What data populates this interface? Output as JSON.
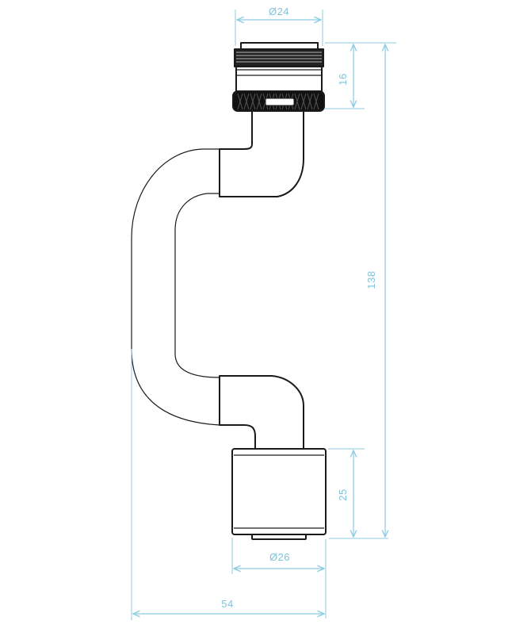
{
  "dimensions": {
    "top_diameter": "Ø24",
    "top_height": "16",
    "total_height": "138",
    "bottom_height": "25",
    "bottom_diameter": "Ø26",
    "total_width": "54"
  },
  "colors": {
    "dimension_line": "#8ccbe2",
    "dimension_text": "#7fc3dc",
    "outline": "#1a1a1a",
    "background": "#ffffff"
  }
}
